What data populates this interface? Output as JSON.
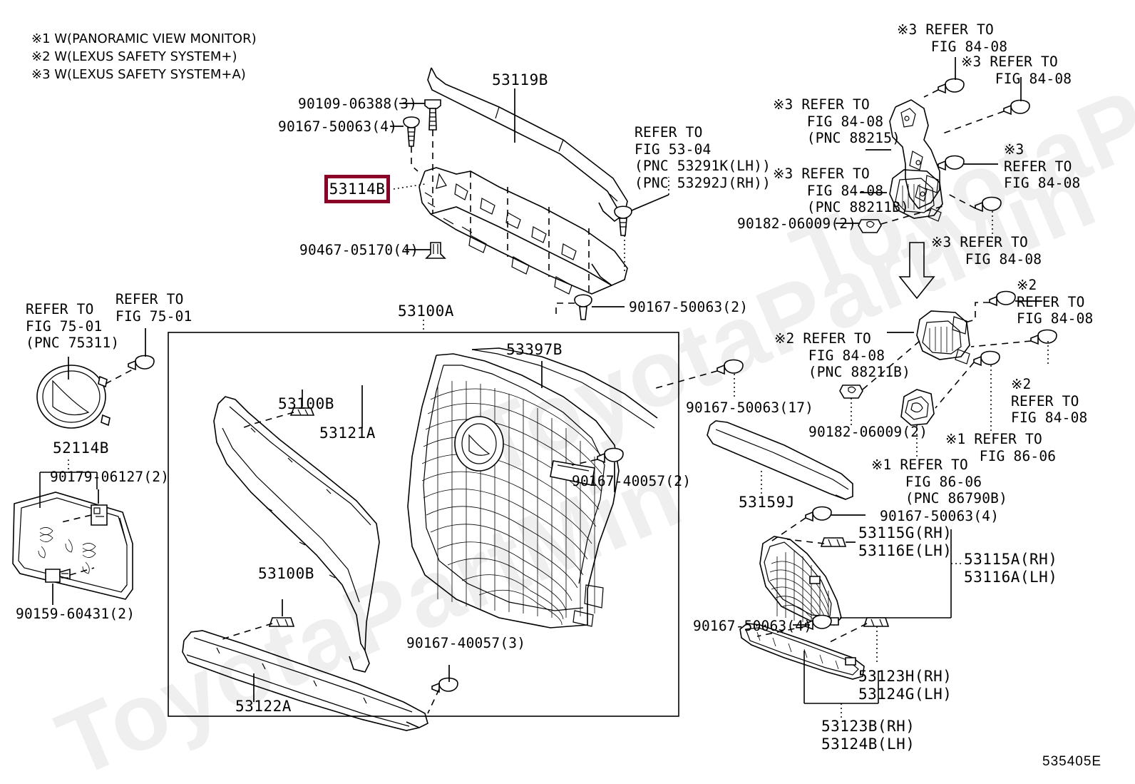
{
  "figure": {
    "code": "535405E",
    "watermark": "ToyotaPartMin"
  },
  "legend": {
    "items": [
      "※1 W(PANORAMIC VIEW MONITOR)",
      "※2 W(LEXUS SAFETY SYSTEM+)",
      "※3 W(LEXUS SAFETY SYSTEM+A)"
    ]
  },
  "highlight": {
    "part_number": "53114B",
    "border_color": "#8b0026"
  },
  "labels": {
    "top_section": {
      "radiator_support_upper": "53119B",
      "bolt_90109_06388": "90109-06388(3)",
      "screw_90167_50063_4a": "90167-50063(4)",
      "clip_90467_05170": "90467-05170(4)",
      "screw_90167_50063_2": "90167-50063(2)",
      "refer_fig_53_04": "REFER TO\nFIG 53-04\n(PNC 53291K(LH))\n(PNC 53292J(RH))"
    },
    "left_section": {
      "refer_fig_75_01_emblem": "REFER TO\nFIG 75-01\n(PNC 75311)",
      "refer_fig_75_01_bolt": "REFER TO\nFIG 75-01",
      "license_plate_bracket": "52114B",
      "screw_90179_06127": "90179-06127(2)",
      "bolt_90159_60431": "90159-60431(2)"
    },
    "center_box": {
      "grille_assembly": "53100A",
      "grille_insert": "53397B",
      "clip_upper": "53100B",
      "clip_lower": "53100B",
      "molding_side": "53121A",
      "molding_lower": "53122A",
      "screw_90167_40057_2": "90167-40057(2)",
      "screw_90167_40057_3": "90167-40057(3)"
    },
    "right_section": {
      "refer_84_08_a": "※3 REFER TO\n    FIG 84-08",
      "refer_84_08_b": "※3 REFER TO\n    FIG 84-08",
      "refer_84_08_pnc88215": "※3 REFER TO\n    FIG 84-08\n    (PNC 88215)",
      "refer_84_08_c": "※3\nREFER TO\nFIG 84-08",
      "refer_84_08_pnc88211b": "※3 REFER TO\n    FIG 84-08\n    (PNC 88211B)",
      "nut_90182_06009_a": "90182-06009(2)",
      "refer_84_08_d": "※3 REFER TO\n    FIG 84-08",
      "refer_84_08_e": "※2\nREFER TO\nFIG 84-08",
      "refer_84_08_pnc88211b_2": "※2 REFER TO\n    FIG 84-08\n    (PNC 88211B)",
      "refer_84_08_f": "※2\nREFER TO\nFIG 84-08",
      "nut_90182_06009_b": "90182-06009(2)",
      "refer_86_06_a": "※1 REFER TO\n    FIG 86-06",
      "refer_86_06_pnc86790b": "※1 REFER TO\n    FIG 86-06\n    (PNC 86790B)",
      "screw_90167_50063_17": "90167-50063(17)",
      "reinforcement": "53159J",
      "screw_90167_50063_4b": "90167-50063(4)",
      "cover_rh_lh_upper": "53115G(RH)\n53116E(LH)",
      "assy_rh_lh_upper": "53115A(RH)\n53116A(LH)",
      "screw_90167_50063_4c": "90167-50063(4)",
      "cover_rh_lh_lower": "53123H(RH)\n53124G(LH)",
      "assy_rh_lh_lower": "53123B(RH)\n53124B(LH)"
    }
  }
}
